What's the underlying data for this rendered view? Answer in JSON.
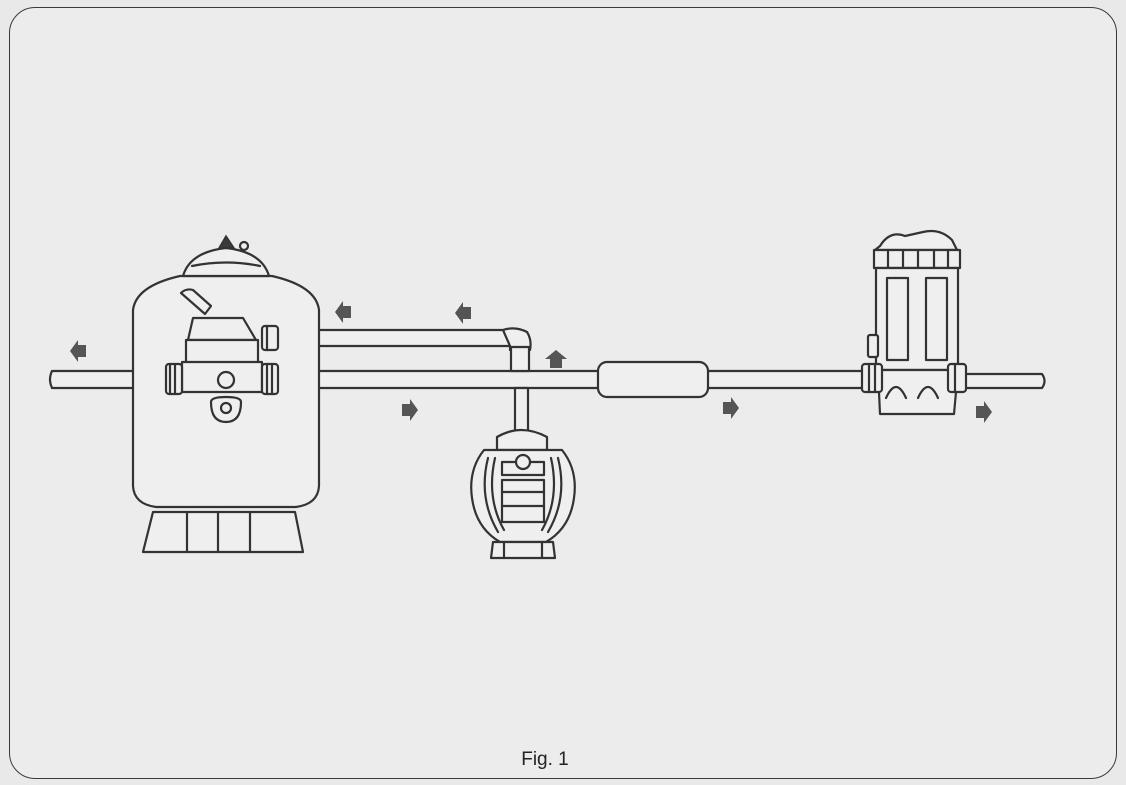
{
  "figure": {
    "caption": "Fig. 1",
    "components": [
      {
        "name": "sand-filter-tank",
        "icon": "sand-filter-icon"
      },
      {
        "name": "multiport-valve",
        "icon": "valve-icon"
      },
      {
        "name": "pool-pump",
        "icon": "pump-icon"
      },
      {
        "name": "inline-heater",
        "icon": "heater-icon"
      },
      {
        "name": "chlorinator",
        "icon": "chlorinator-icon"
      }
    ],
    "flow_arrows": [
      "left",
      "left",
      "left",
      "up",
      "right",
      "right",
      "right"
    ],
    "colors": {
      "line": "#333333",
      "paper": "#ececec",
      "arrow": "#555555"
    }
  }
}
